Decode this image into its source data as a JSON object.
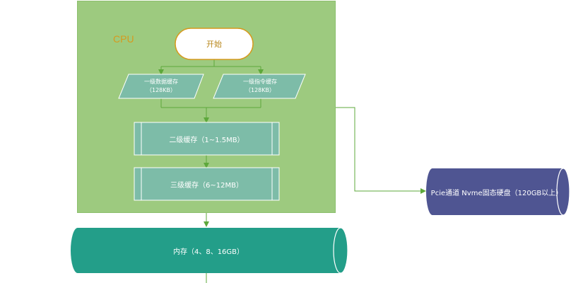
{
  "diagram": {
    "cpu_label": "CPU",
    "start": "开始",
    "l1_data": {
      "name": "一级数据缓存",
      "size": "（128KB）"
    },
    "l1_instr": {
      "name": "一级指令缓存",
      "size": "（128KB）"
    },
    "l2": "二级缓存（1~1.5MB）",
    "l3": "三级缓存（6~12MB）",
    "memory": "内存（4、8、16GB）",
    "ssd": "Pcie通道 Nvme固态硬盘（120GB以上）"
  },
  "colors": {
    "cpu_fill": "#9dca7f",
    "cache_fill": "#7dbca8",
    "memory_fill": "#239e89",
    "ssd_fill": "#4f5592",
    "accent": "#d69a1e",
    "connector": "#5da83b"
  }
}
